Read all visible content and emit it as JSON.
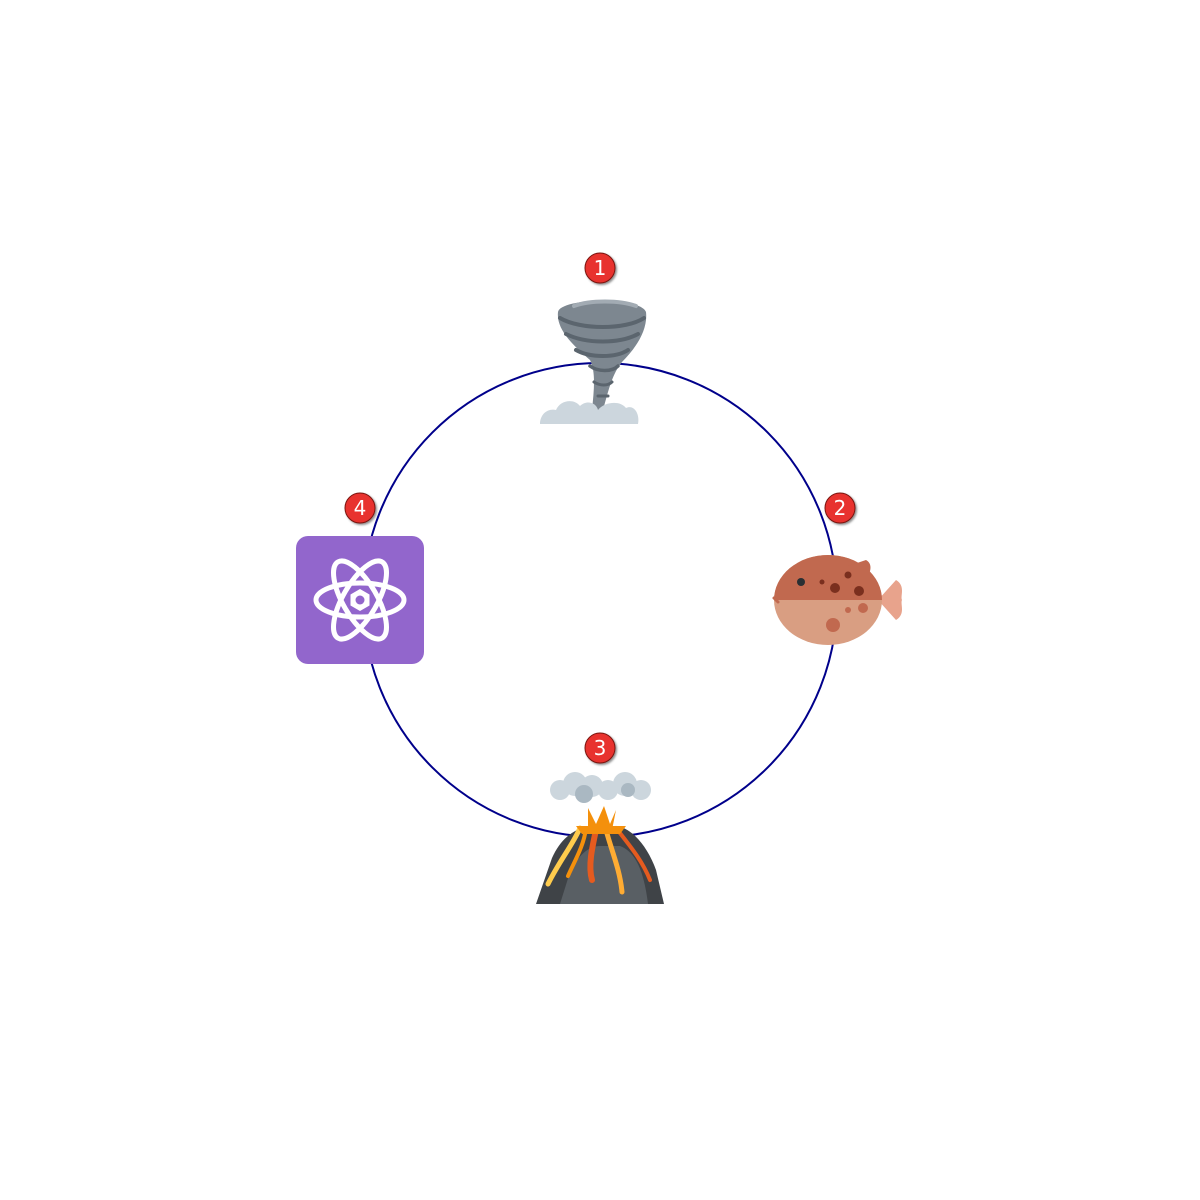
{
  "diagram": {
    "type": "cycle",
    "ring_color": "#00008b",
    "badge_color": "#e8322f",
    "nodes": [
      {
        "number": "1",
        "icon": "tornado-icon"
      },
      {
        "number": "2",
        "icon": "blowfish-icon"
      },
      {
        "number": "3",
        "icon": "volcano-icon"
      },
      {
        "number": "4",
        "icon": "atom-symbol-icon"
      }
    ]
  }
}
